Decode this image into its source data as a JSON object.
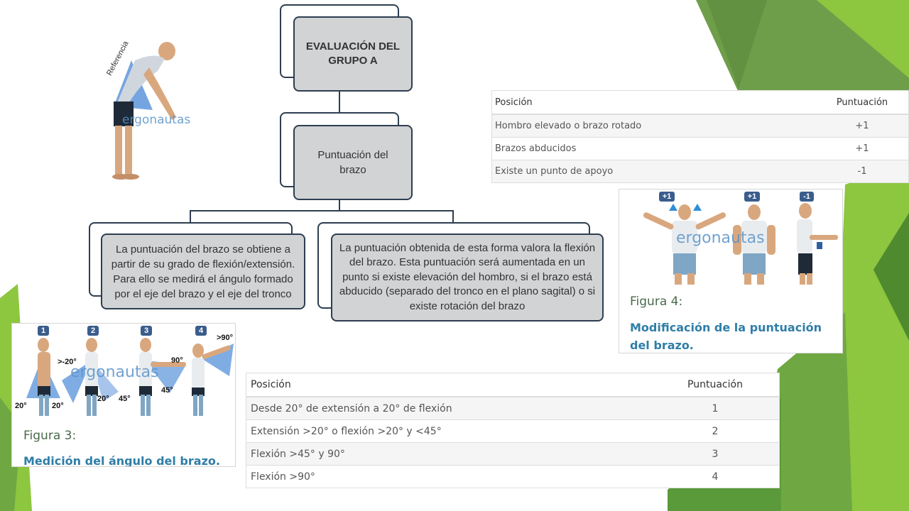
{
  "diagram": {
    "title": "EVALUACIÓN DEL GRUPO A",
    "node2": "Puntuación del brazo",
    "left_leaf": "La puntuación del brazo se obtiene a partir de su grado de flexión/extensión. Para ello se medirá el ángulo formado por el eje del brazo y el eje del tronco",
    "right_leaf": "La puntuación obtenida de esta forma valora la flexión del brazo. Esta puntuación será aumentada en un punto si existe elevación del hombro, si el brazo está abducido (separado del tronco en el plano sagital) o si existe rotación del brazo"
  },
  "figure_person": {
    "reference_label": "Referencia",
    "watermark": "ergonautas"
  },
  "table_mod": {
    "headers": [
      "Posición",
      "Puntuación"
    ],
    "rows": [
      [
        "Hombro elevado o brazo rotado",
        "+1"
      ],
      [
        "Brazos abducidos",
        "+1"
      ],
      [
        "Existe un punto de apoyo",
        "-1"
      ]
    ]
  },
  "figure4": {
    "badges": [
      "+1",
      "+1",
      "-1"
    ],
    "watermark": "ergonautas",
    "label": "Figura 4:",
    "caption": "Modificación de la puntuación del brazo."
  },
  "figure3": {
    "badges": [
      "1",
      "2",
      "3",
      "4"
    ],
    "angles": [
      "20°",
      "20°",
      ">-20°",
      "20°",
      "45°",
      "90°",
      "45°",
      ">90°"
    ],
    "watermark": "ergonautas",
    "label": "Figura 3:",
    "caption": "Medición del ángulo del brazo."
  },
  "table_main": {
    "headers": [
      "Posición",
      "Puntuación"
    ],
    "rows": [
      [
        "Desde 20° de extensión a 20° de flexión",
        "1"
      ],
      [
        "Extensión >20° o flexión >20° y <45°",
        "2"
      ],
      [
        "Flexión >45° y 90°",
        "3"
      ],
      [
        "Flexión >90°",
        "4"
      ]
    ]
  },
  "colors": {
    "accent_green": "#8dc63f",
    "dark_green": "#5a9a3a",
    "box_fill": "#d2d3d5",
    "box_border": "#2d3e50",
    "caption_blue": "#2f7ea8"
  }
}
